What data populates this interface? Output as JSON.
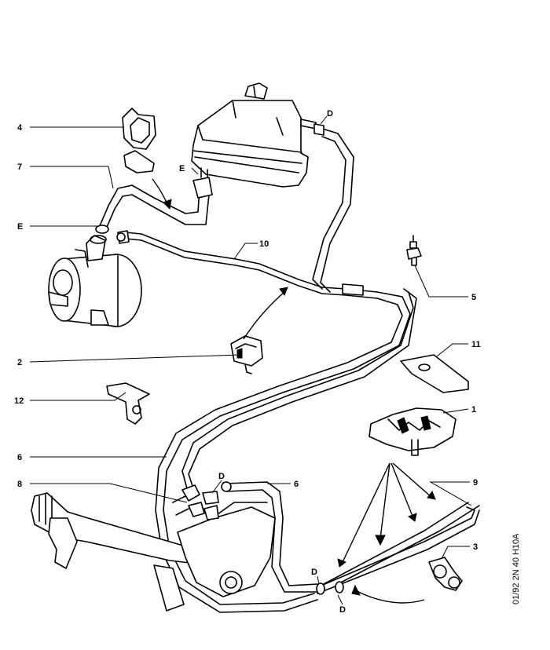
{
  "diagram": {
    "callouts": [
      {
        "id": "c4",
        "label": "4"
      },
      {
        "id": "c7",
        "label": "7"
      },
      {
        "id": "cE1",
        "label": "E"
      },
      {
        "id": "cE2",
        "label": "E"
      },
      {
        "id": "cD1",
        "label": "D"
      },
      {
        "id": "c10",
        "label": "10"
      },
      {
        "id": "c5",
        "label": "5"
      },
      {
        "id": "c11",
        "label": "11"
      },
      {
        "id": "c2",
        "label": "2"
      },
      {
        "id": "c12",
        "label": "12"
      },
      {
        "id": "c1",
        "label": "1"
      },
      {
        "id": "c6a",
        "label": "6"
      },
      {
        "id": "c6b",
        "label": "6"
      },
      {
        "id": "cD2",
        "label": "D"
      },
      {
        "id": "c8",
        "label": "8"
      },
      {
        "id": "c9",
        "label": "9"
      },
      {
        "id": "c3",
        "label": "3"
      },
      {
        "id": "cD3",
        "label": "D"
      },
      {
        "id": "cD4",
        "label": "D"
      }
    ],
    "reference_code": "01/92 2N 40 H10A"
  }
}
